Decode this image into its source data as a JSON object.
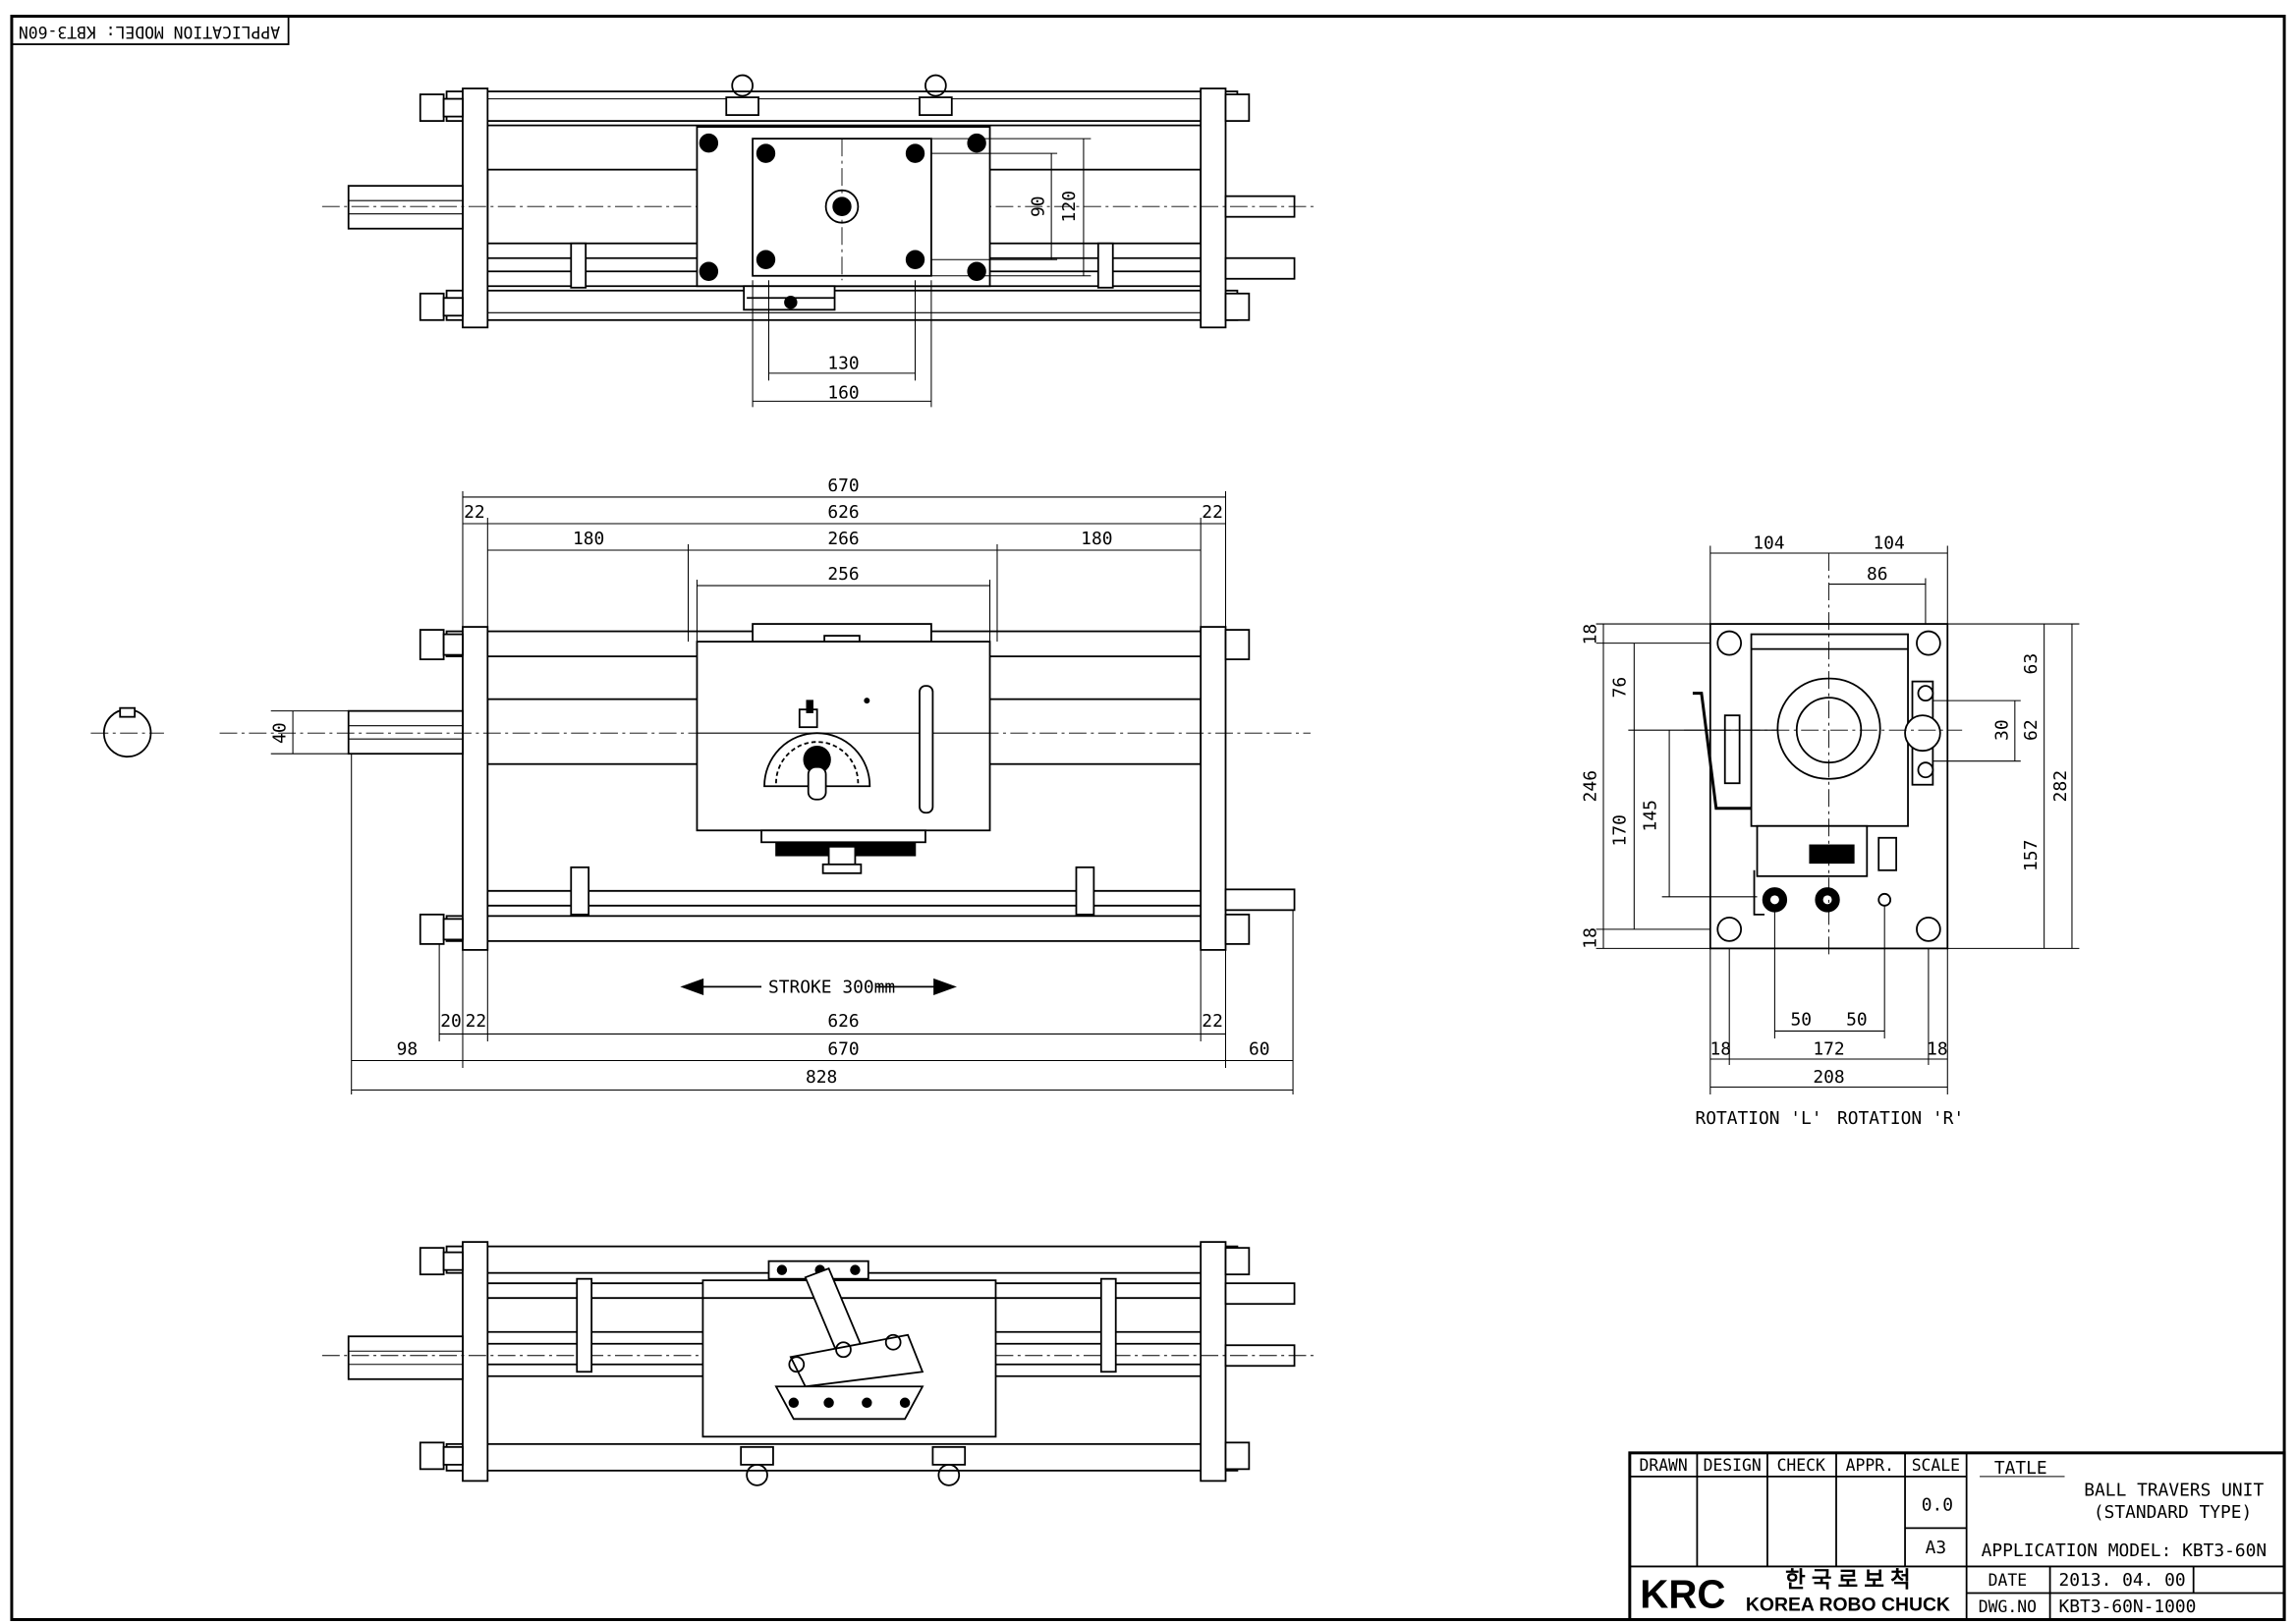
{
  "application_model_tag": "APPLICATION MODEL: KBT3-60N",
  "top_view": {
    "dim_130": "130",
    "dim_160": "160",
    "dim_90": "90",
    "dim_120": "120"
  },
  "front_view": {
    "dim_670": "670",
    "dim_626": "626",
    "dim_22": "22",
    "dim_180": "180",
    "dim_266": "266",
    "dim_256": "256",
    "dim_40": "40",
    "dim_20": "20",
    "dim_98": "98",
    "dim_60": "60",
    "dim_828": "828",
    "stroke": "STROKE 300mm"
  },
  "side_view": {
    "dim_104": "104",
    "dim_86": "86",
    "dim_18": "18",
    "dim_76": "76",
    "dim_246": "246",
    "dim_170": "170",
    "dim_145": "145",
    "dim_63": "63",
    "dim_30": "30",
    "dim_62": "62",
    "dim_282": "282",
    "dim_157": "157",
    "dim_50": "50",
    "dim_172": "172",
    "dim_208": "208",
    "rotation_l": "ROTATION 'L'",
    "rotation_r": "ROTATION 'R'"
  },
  "title_block": {
    "headers": [
      "DRAWN",
      "DESIGN",
      "CHECK",
      "APPR.",
      "SCALE"
    ],
    "scale_value": "0.0",
    "paper_size": "A3",
    "title_label": "TATLE",
    "title_line1": "BALL TRAVERS UNIT",
    "title_line2": "(STANDARD TYPE)",
    "application_model": "APPLICATION MODEL: KBT3-60N",
    "logo": "KRC",
    "company_korean": "한 국 로 보 척",
    "company_english": "KOREA ROBO CHUCK",
    "date_label": "DATE",
    "date_value": "2013. 04. 00",
    "dwg_label": "DWG.NO",
    "dwg_value": "KBT3-60N-1000"
  }
}
